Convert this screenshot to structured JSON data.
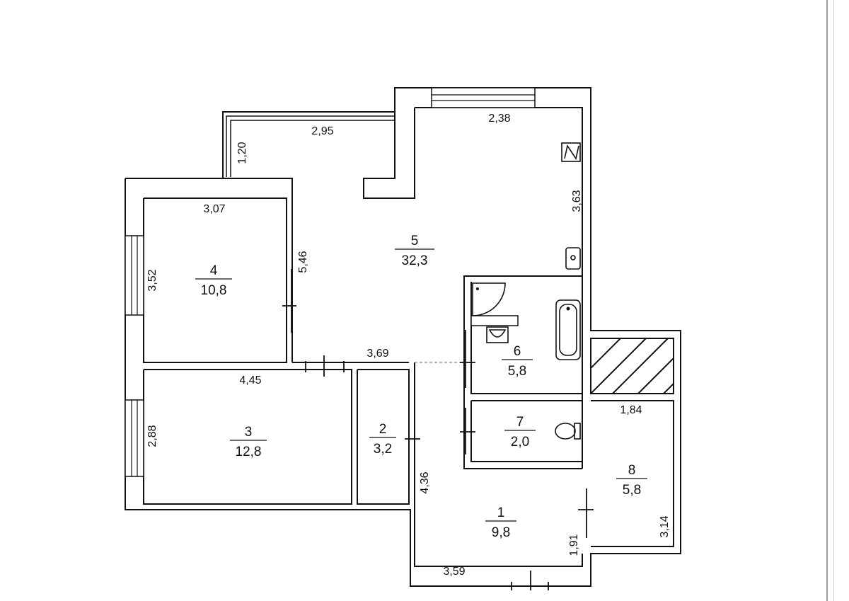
{
  "rooms": [
    {
      "number": "1",
      "area": "9,8"
    },
    {
      "number": "2",
      "area": "3,2"
    },
    {
      "number": "3",
      "area": "12,8"
    },
    {
      "number": "4",
      "area": "10,8"
    },
    {
      "number": "5",
      "area": "32,3"
    },
    {
      "number": "6",
      "area": "5,8"
    },
    {
      "number": "7",
      "area": "2,0"
    },
    {
      "number": "8",
      "area": "5,8"
    }
  ],
  "dimensions": {
    "balcony_width": "2,95",
    "balcony_depth": "1,20",
    "kitchen_window": "2,38",
    "kitchen_side": "3,63",
    "room4_width": "3,07",
    "room4_height": "3,52",
    "living_side": "5,46",
    "corridor": "3,69",
    "room3_width": "4,45",
    "room3_height": "2,88",
    "hall_side": "4,36",
    "hall_width": "3,59",
    "hall_door": "1,91",
    "room8_width": "1,84",
    "room8_height": "3,14"
  }
}
